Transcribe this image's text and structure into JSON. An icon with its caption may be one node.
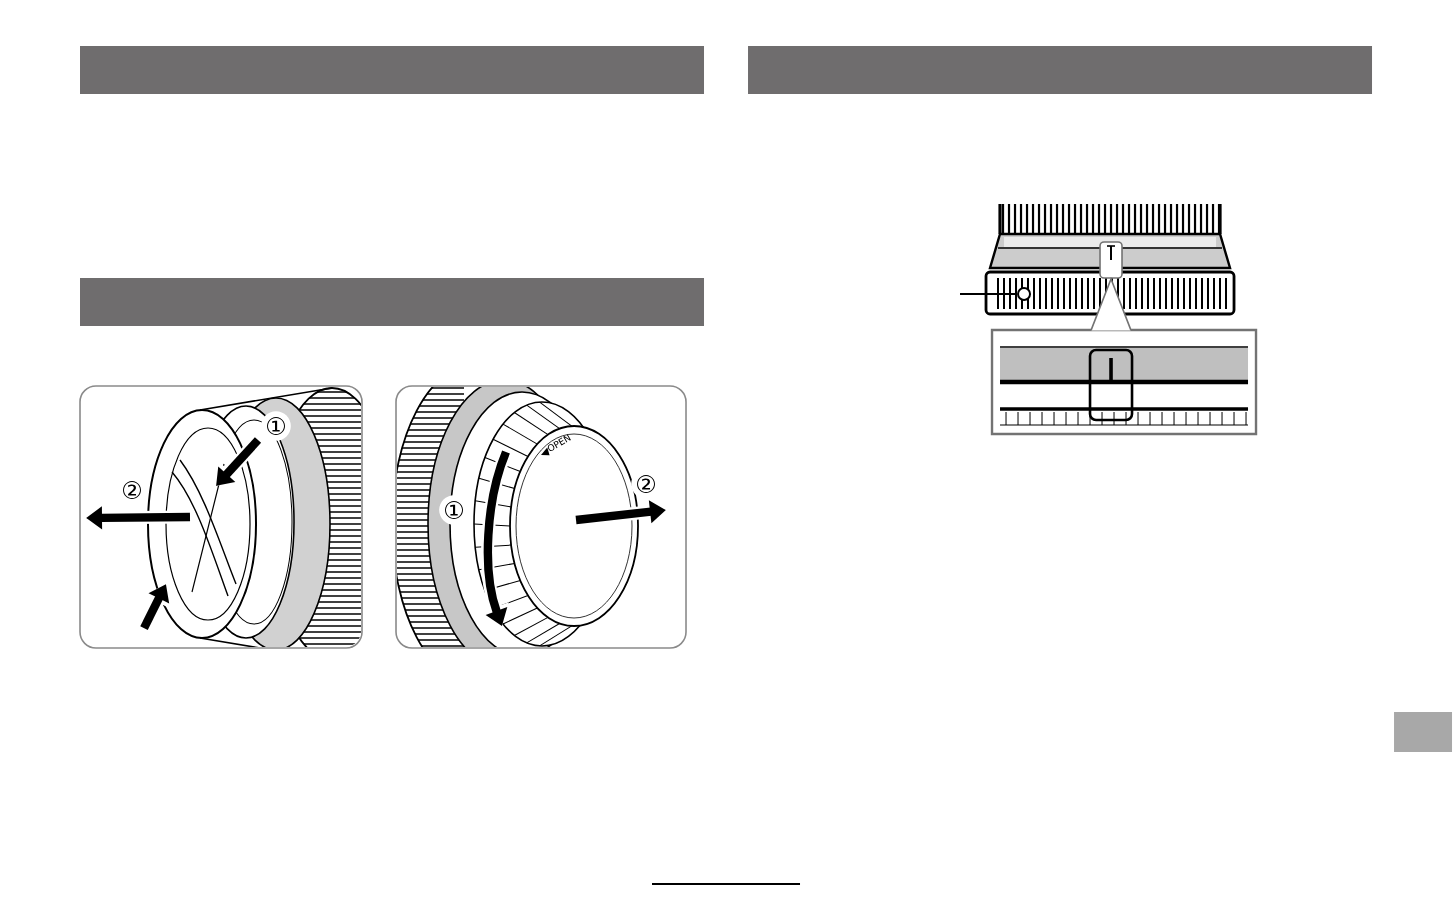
{
  "diagram": {
    "nodes": [
      {
        "text": [],
        "shape": "bar"
      },
      {
        "text": [],
        "shape": "bar"
      },
      {
        "text": [],
        "shape": "picture"
      },
      {
        "text": [],
        "shape": "picture"
      },
      {
        "text": [],
        "shape": "bar"
      },
      {
        "text": [],
        "shape": "picture"
      },
      {
        "text": [],
        "shape": "circle",
        "in": 5
      },
      {
        "text": [],
        "shape": "picture"
      },
      {
        "text": [],
        "shape": "box"
      }
    ],
    "edges": [
      {
        "from": null,
        "to": 6,
        "arrow": "none"
      }
    ],
    "labels": [
      "①",
      "②",
      "OPEN",
      "①",
      "②"
    ]
  }
}
